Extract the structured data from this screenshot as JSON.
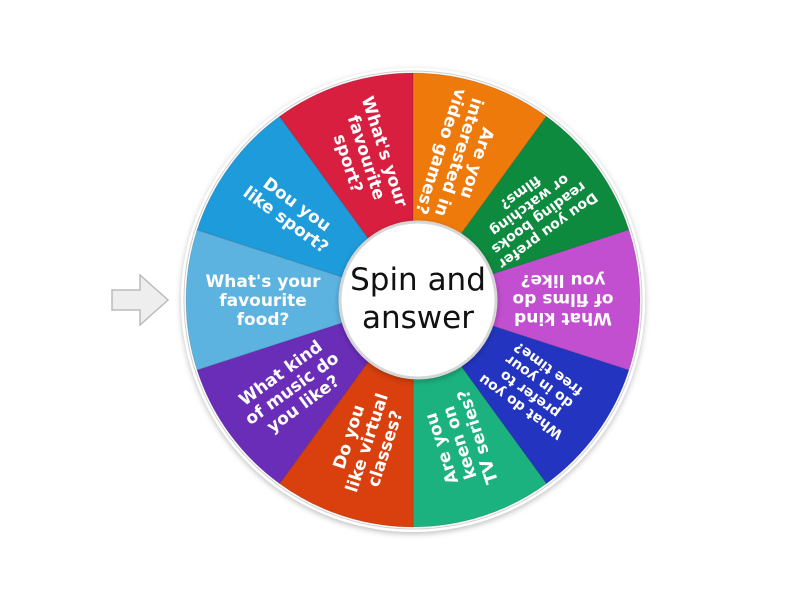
{
  "wheel": {
    "title_line1": "Spin and",
    "title_line2": "answer",
    "segments": [
      {
        "label_lines": [
          "What's your",
          "favourite",
          "food?"
        ],
        "color": "#5DB3E0"
      },
      {
        "label_lines": [
          "Dou you",
          "like sport?"
        ],
        "color": "#1E9BDA"
      },
      {
        "label_lines": [
          "What's your",
          "favourite",
          "sport?"
        ],
        "color": "#D81F3F"
      },
      {
        "label_lines": [
          "Are you",
          "interested in",
          "video games?"
        ],
        "color": "#EF7A0C"
      },
      {
        "label_lines": [
          "Dou you prefer",
          "reading books",
          "or watching",
          "films?"
        ],
        "color": "#0E8A3F"
      },
      {
        "label_lines": [
          "What kind",
          "of films do",
          "you like?"
        ],
        "color": "#C24FCF"
      },
      {
        "label_lines": [
          "What do you",
          "prefer to",
          "do in your",
          "free time?"
        ],
        "color": "#2335C0"
      },
      {
        "label_lines": [
          "Are you",
          "keen on",
          "TV series?"
        ],
        "color": "#1BB280"
      },
      {
        "label_lines": [
          "Do you",
          "like virtual",
          "classes?"
        ],
        "color": "#D9400D"
      },
      {
        "label_lines": [
          "What kind",
          "of music do",
          "you like?"
        ],
        "color": "#6A2DB8"
      }
    ]
  },
  "pointer": {
    "icon": "arrow-right-icon",
    "fill": "#EEEEEE",
    "stroke": "#BBBBBB"
  }
}
